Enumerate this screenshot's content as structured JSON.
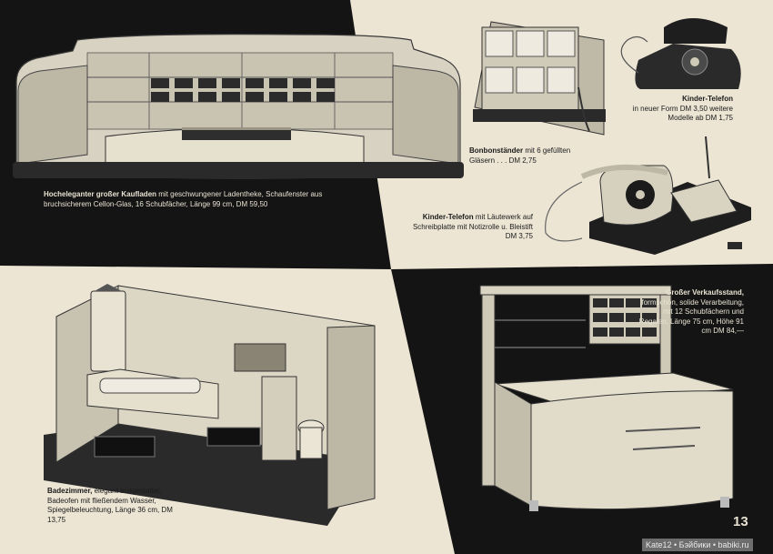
{
  "page": {
    "number": "13",
    "watermark": "Kate12 • Бэйбики • babiki.ru"
  },
  "colors": {
    "paper": "#ece5d4",
    "dark": "#141414",
    "ink": "#1b1b1b"
  },
  "items": {
    "kaufladen": {
      "title": "Hocheleganter großer Kaufladen",
      "desc": " mit geschwungener Ladentheke, Schaufenster aus bruchsicherem Cellon-Glas, 16 Schubfächer, Länge 99 cm, DM 59,50"
    },
    "telefon1": {
      "title": "Kinder-Telefon",
      "desc": "in neuer Form DM 3,50 weitere Modelle ab DM 1,75"
    },
    "bonbon": {
      "title": "Bonbonständer",
      "desc": " mit 6 gefüllten Gläsern . . . DM 2,75"
    },
    "telefon2": {
      "title": "Kinder-Telefon",
      "desc": " mit Läutewerk auf Schreibplatte mit Notizrolle u. Bleistift DM 3,75"
    },
    "verkauf": {
      "title": "Großer Verkaufsstand,",
      "desc": " formschön, solide Verarbeitung, mit 12 Schubfächern und Regalen, Länge 75 cm, Höhe 91 cm DM 84,—"
    },
    "bad": {
      "title": "Badezimmer,",
      "desc": " elegant ausgestattet, Badeofen mit fließendem Wasser, Spiegelbeleuchtung, Länge 36 cm, DM 13,75"
    }
  }
}
